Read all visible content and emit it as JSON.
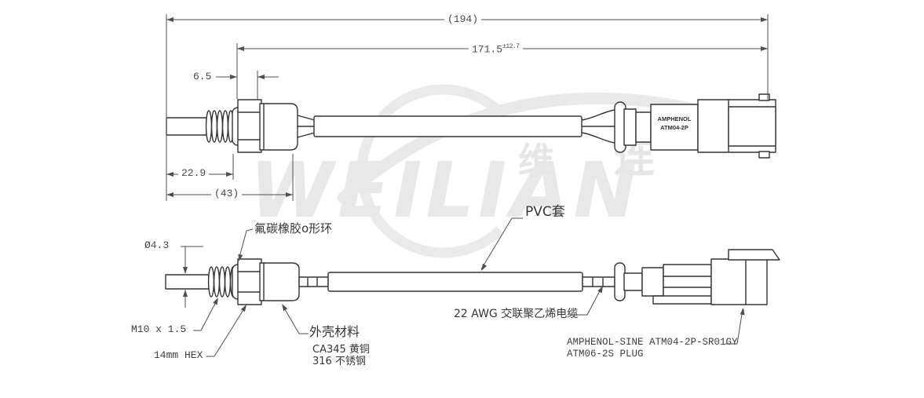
{
  "watermark": {
    "latin": "WEILIAN",
    "cjk1": "维",
    "cjk2": "连"
  },
  "top_view": {
    "dim_overall": "(194)",
    "dim_cable": "171.5",
    "dim_cable_tol": "±12.7",
    "dim_hex_width": "6.5",
    "dim_thread_len": "22.9",
    "dim_head_len": "(43)",
    "connector_label_line1": "AMPHENOL",
    "connector_label_line2": "ATM04-2P"
  },
  "bottom_view": {
    "dim_probe_dia": "Ø4.3",
    "label_oring": "氟碳橡胶o形环",
    "label_pvc_sleeve": "PVC套",
    "label_thread": "M10 x 1.5",
    "label_hex": "14mm HEX",
    "label_housing_title": "外壳材料",
    "label_housing_opt1": "CA345 黄铜",
    "label_housing_opt2": "316 不锈钢",
    "label_cable": "22 AWG 交联聚乙烯电缆",
    "label_plug_line1": "AMPHENOL-SINE ATM04-2P-SR01GY",
    "label_plug_line2": "ATM06-2S PLUG"
  },
  "colors": {
    "outline": "#333333",
    "dimension": "#4f4f4f",
    "watermark": "#e8e8e8"
  }
}
